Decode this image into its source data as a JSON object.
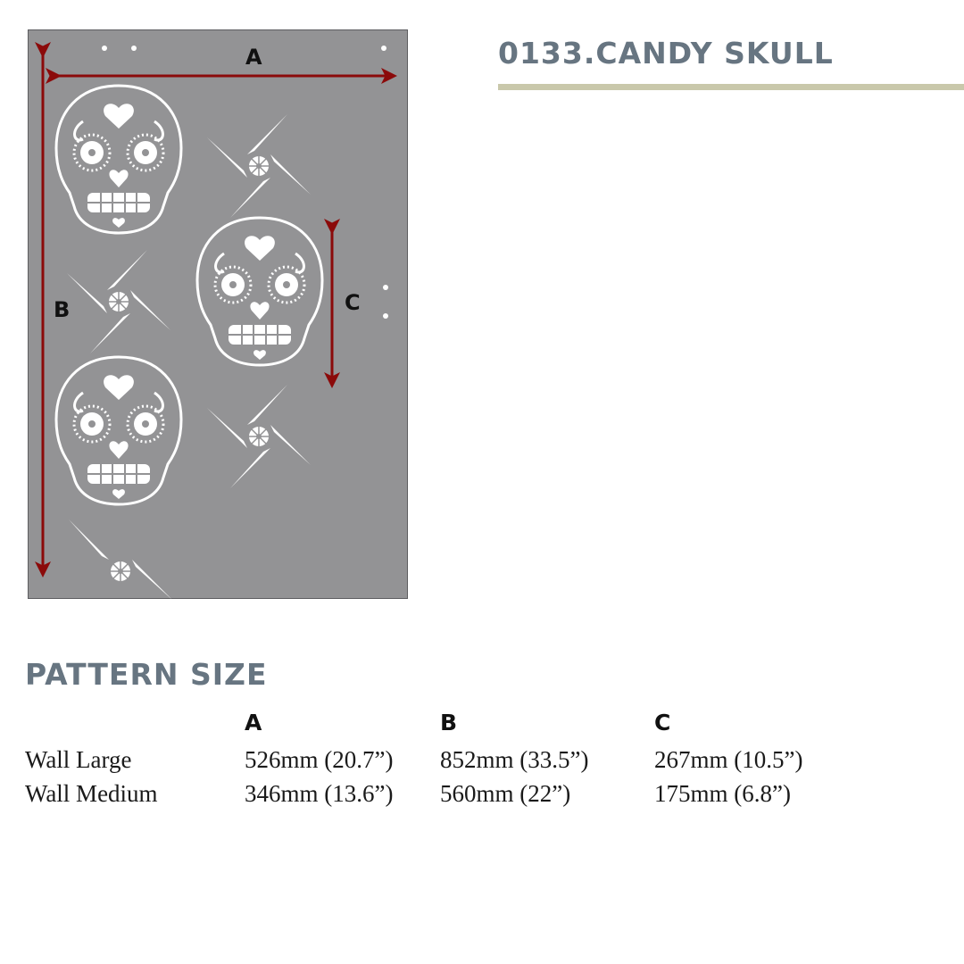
{
  "header": {
    "title": "0133.CANDY SKULL",
    "rule_color": "#c9c8ab",
    "title_color": "#677581"
  },
  "diagram": {
    "background": "#939395",
    "arrow_color": "#8b0a0a",
    "labels": {
      "a": "A",
      "b": "B",
      "c": "C"
    },
    "motifs": [
      "candy-skull",
      "candy-skull",
      "candy-skull",
      "flower-rosette",
      "flower-rosette",
      "flower-rosette",
      "flower-rosette"
    ]
  },
  "pattern_size": {
    "title": "PATTERN SIZE",
    "columns": [
      "A",
      "B",
      "C"
    ],
    "rows": [
      {
        "label": "Wall Large",
        "values": [
          "526mm (20.7”)",
          "852mm (33.5”)",
          "267mm (10.5”)"
        ]
      },
      {
        "label": "Wall Medium",
        "values": [
          "346mm (13.6”)",
          "560mm (22”)",
          "175mm (6.8”)"
        ]
      }
    ]
  }
}
